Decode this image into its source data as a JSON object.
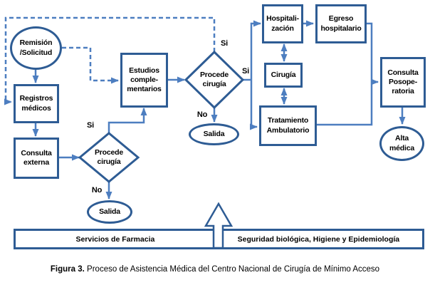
{
  "colors": {
    "node_border": "#2e5c94",
    "connector": "#4d7ec0",
    "text": "#000000"
  },
  "nodes": {
    "remision": {
      "label": "Remisión\n/Solicitud",
      "shape": "ellipse"
    },
    "registros": {
      "label": "Registros\nmédicos",
      "shape": "rect"
    },
    "consulta_externa": {
      "label": "Consulta\nexterna",
      "shape": "rect"
    },
    "procede_cirugia_1": {
      "label": "Procede\ncirugía",
      "shape": "diamond"
    },
    "salida_1": {
      "label": "Salida",
      "shape": "ellipse"
    },
    "estudios": {
      "label": "Estudios\ncomple-\nmentarios",
      "shape": "rect"
    },
    "procede_cirugia_2": {
      "label": "Procede\ncirugía",
      "shape": "diamond"
    },
    "salida_2": {
      "label": "Salida",
      "shape": "ellipse"
    },
    "hospitalizacion": {
      "label": "Hospitali-\nzación",
      "shape": "rect"
    },
    "egreso": {
      "label": "Egreso\nhospitalario",
      "shape": "rect"
    },
    "cirugia": {
      "label": "Cirugía",
      "shape": "rect"
    },
    "tratamiento": {
      "label": "Tratamiento\nAmbulatorio",
      "shape": "rect"
    },
    "consulta_posoperatoria": {
      "label": "Consulta\nPosope-\nratoria",
      "shape": "rect"
    },
    "alta_medica": {
      "label": "Alta\nmédica",
      "shape": "ellipse"
    }
  },
  "edge_labels": {
    "si_procede1_top": "Si",
    "no_procede1_bottom": "No",
    "si_procede2_top": "Si",
    "si_procede2_right": "Si",
    "no_procede2_bottom": "No"
  },
  "footer": {
    "left_section": "Servicios de Farmacia",
    "right_section": "Seguridad biológica, Higiene y Epidemiología"
  },
  "caption": {
    "label": "Figura 3.",
    "text": "Proceso de Asistencia Médica del Centro Nacional de Cirugía de Mínimo Acceso"
  }
}
